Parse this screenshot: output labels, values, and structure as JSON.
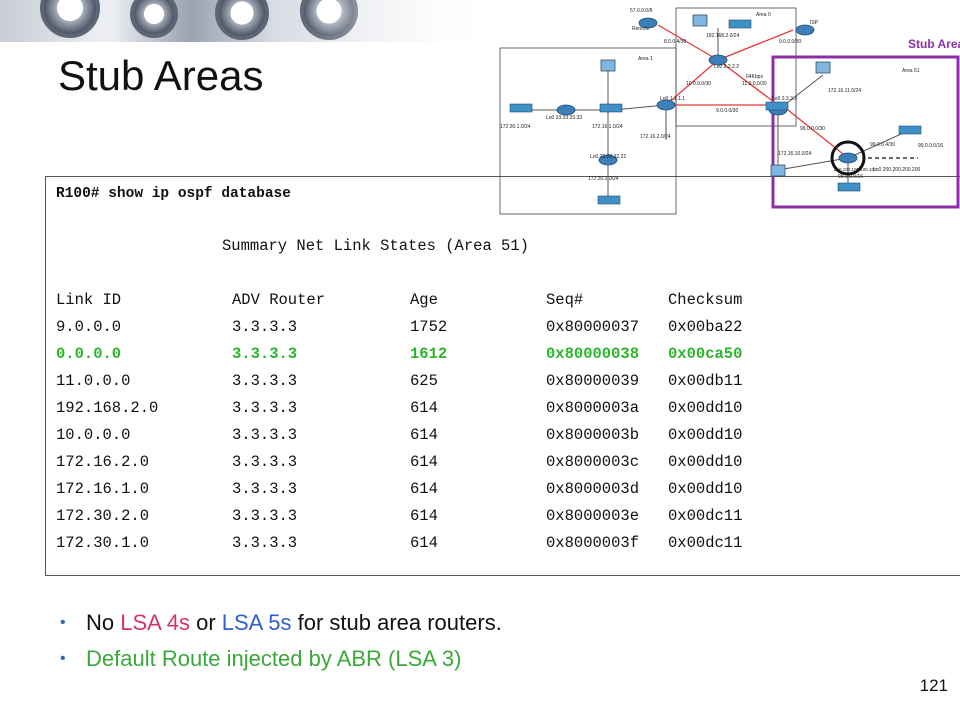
{
  "slide": {
    "title": "Stub Areas",
    "page_number": "121"
  },
  "cli": {
    "command": "R100# show ip ospf database",
    "section_header": "Summary Net Link States (Area 51)",
    "columns": [
      "Link ID",
      "ADV Router",
      "Age",
      "Seq#",
      "Checksum"
    ],
    "rows": [
      {
        "link_id": "9.0.0.0",
        "adv_router": "3.3.3.3",
        "age": "1752",
        "seq": "0x80000037",
        "checksum": "0x00ba22",
        "highlight": false
      },
      {
        "link_id": "0.0.0.0",
        "adv_router": "3.3.3.3",
        "age": "1612",
        "seq": "0x80000038",
        "checksum": "0x00ca50",
        "highlight": true
      },
      {
        "link_id": "11.0.0.0",
        "adv_router": "3.3.3.3",
        "age": "625",
        "seq": "0x80000039",
        "checksum": "0x00db11",
        "highlight": false
      },
      {
        "link_id": "192.168.2.0",
        "adv_router": "3.3.3.3",
        "age": "614",
        "seq": "0x8000003a",
        "checksum": "0x00dd10",
        "highlight": false
      },
      {
        "link_id": "10.0.0.0",
        "adv_router": "3.3.3.3",
        "age": "614",
        "seq": "0x8000003b",
        "checksum": "0x00dd10",
        "highlight": false
      },
      {
        "link_id": "172.16.2.0",
        "adv_router": "3.3.3.3",
        "age": "614",
        "seq": "0x8000003c",
        "checksum": "0x00dd10",
        "highlight": false
      },
      {
        "link_id": "172.16.1.0",
        "adv_router": "3.3.3.3",
        "age": "614",
        "seq": "0x8000003d",
        "checksum": "0x00dd10",
        "highlight": false
      },
      {
        "link_id": "172.30.2.0",
        "adv_router": "3.3.3.3",
        "age": "614",
        "seq": "0x8000003e",
        "checksum": "0x00dc11",
        "highlight": false
      },
      {
        "link_id": "172.30.1.0",
        "adv_router": "3.3.3.3",
        "age": "614",
        "seq": "0x8000003f",
        "checksum": "0x00dc11",
        "highlight": false
      }
    ]
  },
  "bullets": {
    "b1": {
      "pre": "No ",
      "lsa4": "LSA 4s",
      "mid": " or ",
      "lsa5": "LSA 5s",
      "post": " for stub area routers."
    },
    "b2": "Default Route injected by ABR (LSA 3)"
  },
  "diagram": {
    "stub_area_label": "Stub Area",
    "area0": "Area 0",
    "area1": "Area 1",
    "area51": "Area 51",
    "remote_label": "Remote",
    "isp_label": "ISP",
    "net_57": "57.0.0.0/8",
    "net_8": "8.0.0.4/30",
    "net_192": "192.168.2.0/24",
    "net_9004": "9.0.0.0/30",
    "lo0_2222": "Lo0 2.2.2.2",
    "kbps": "64Kbps",
    "net_11": "11.0.0.0/30",
    "net_10": "10.0.0.0/30",
    "lo0_33": "Lo0 33.33.33.33",
    "lo0_1111": "Lo0 1.1.1.1",
    "lo0_3333": "Lo0 3.3.3.3",
    "net_9000": "9.0.0.0/30",
    "net_172_16_11": "172.16.11.0/24",
    "net_172_30_1": "172.30.1.0/24",
    "net_172_16_1": "172.16.1.0/24",
    "net_172_16_2": "172.16.2.0/24",
    "net_99_0": "99.0.0.0/30",
    "net_99_16": "99.0.0.0/16",
    "net_99_4": "99.0.0.4/30",
    "net_172_16_10": "172.16.10.0/24",
    "lo0_22": "Lo0 22.22.22.22",
    "lo0_100": "Lo0 100.100.100.100",
    "lo0_200": "Lo0 200.200.200.200",
    "net_99_1": "99.1.0.0/16",
    "net_172_30_2": "172.30.2.0/24",
    "colors": {
      "stub_border": "#8b2fa8",
      "link_red": "#e23b3b",
      "highlight_green": "#2bb52b"
    }
  }
}
